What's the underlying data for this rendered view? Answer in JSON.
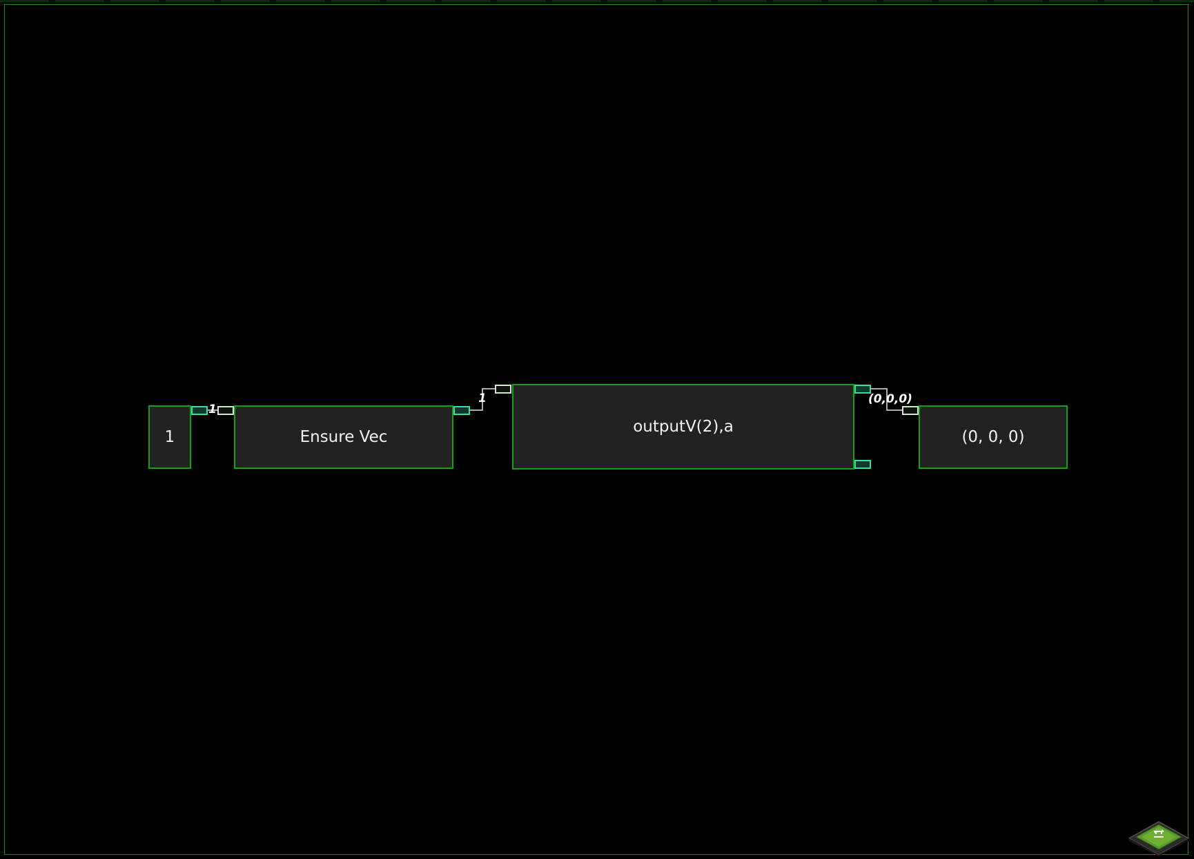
{
  "nodes": {
    "constant": {
      "label": "1"
    },
    "ensure_vec": {
      "label": "Ensure Vec"
    },
    "output": {
      "label": "outputV(2),a"
    },
    "result": {
      "label": "(0, 0, 0)"
    }
  },
  "edges": {
    "const_to_ensure": {
      "label": "1"
    },
    "ensure_to_output": {
      "label": "1"
    },
    "output_to_result": {
      "label": "(0,0,0)"
    }
  },
  "colors": {
    "node_border": "#16a016",
    "node_fill": "#222222",
    "input_port": "#cfe9cf",
    "output_port": "#2fe0a8",
    "background": "#000000"
  },
  "icons": {
    "corner_logo": "circuit-board-tray-icon"
  }
}
